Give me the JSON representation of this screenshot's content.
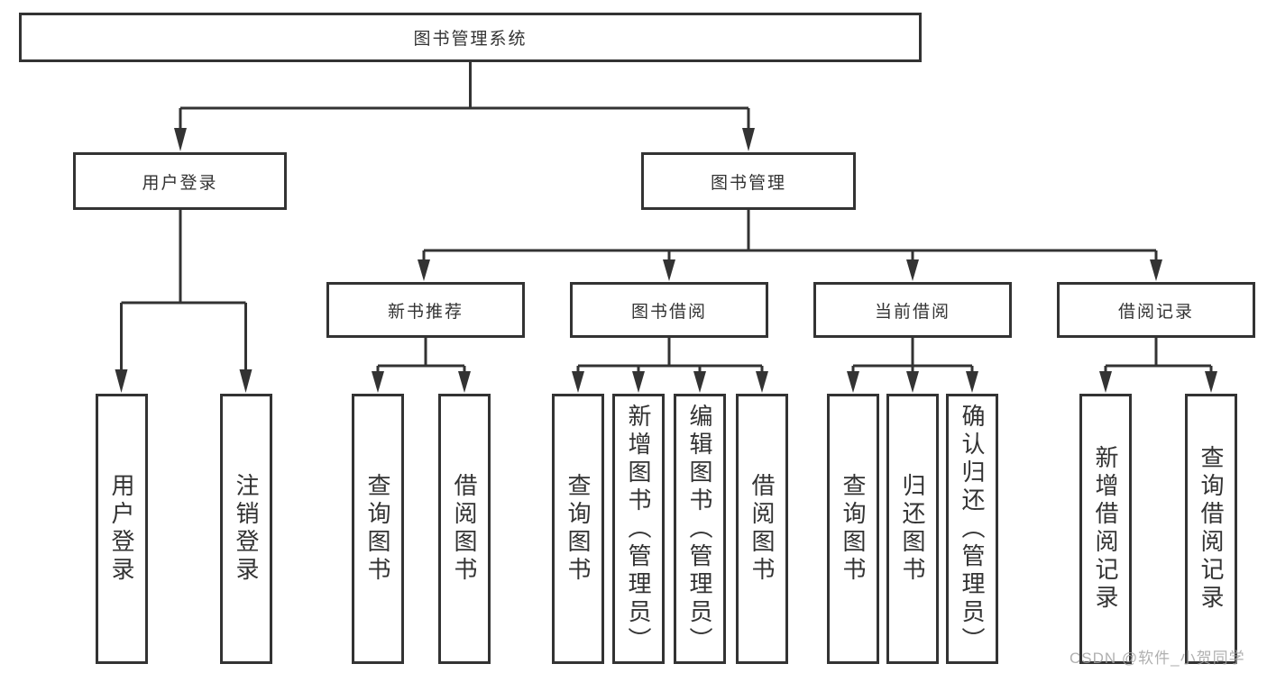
{
  "diagram_type": "tree",
  "tree": {
    "label": "图书管理系统",
    "children": [
      {
        "label": "用户登录",
        "children": [
          {
            "label": "用户登录"
          },
          {
            "label": "注销登录"
          }
        ]
      },
      {
        "label": "图书管理",
        "children": [
          {
            "label": "新书推荐",
            "children": [
              {
                "label": "查询图书"
              },
              {
                "label": "借阅图书"
              }
            ]
          },
          {
            "label": "图书借阅",
            "children": [
              {
                "label": "查询图书"
              },
              {
                "label": "新增图书（管理员）"
              },
              {
                "label": "编辑图书（管理员）"
              },
              {
                "label": "借阅图书"
              }
            ]
          },
          {
            "label": "当前借阅",
            "children": [
              {
                "label": "查询图书"
              },
              {
                "label": "归还图书"
              },
              {
                "label": "确认归还（管理员）"
              }
            ]
          },
          {
            "label": "借阅记录",
            "children": [
              {
                "label": "新增借阅记录"
              },
              {
                "label": "查询借阅记录"
              }
            ]
          }
        ]
      }
    ]
  },
  "watermark": {
    "text": "CSDN @软件_小贺同学"
  },
  "colors": {
    "line": "#333333",
    "text": "#333333",
    "background": "#ffffff",
    "watermark": "#a2a2a2"
  }
}
